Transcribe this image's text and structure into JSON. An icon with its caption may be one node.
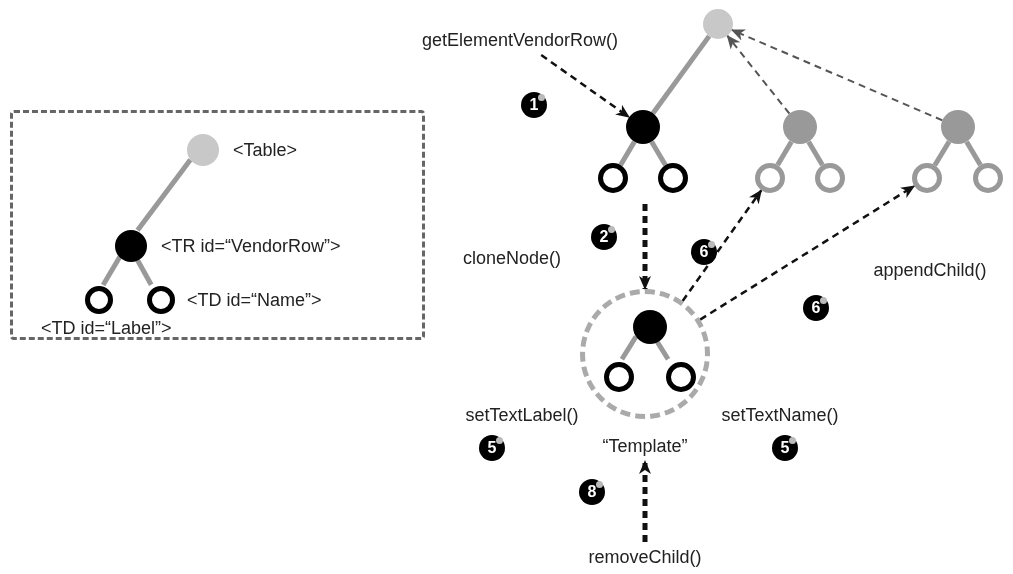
{
  "diagram": {
    "nodes": [
      {
        "text": [],
        "shape": "box"
      },
      {
        "text": [],
        "shape": "circle",
        "in": 0,
        "beside": [
          "<Table>"
        ]
      },
      {
        "text": [],
        "shape": "circle",
        "in": 0,
        "beside": [
          "<TR id=“VendorRow”>"
        ]
      },
      {
        "text": [],
        "shape": "circle",
        "in": 0,
        "beside": [
          "<TD id=“Label”>"
        ]
      },
      {
        "text": [],
        "shape": "circle",
        "in": 0,
        "beside": [
          "<TD id=“Name”>"
        ]
      },
      {
        "text": [],
        "shape": "circle"
      },
      {
        "text": [
          "getElementVendorRow()"
        ]
      },
      {
        "text": [],
        "shape": "circle"
      },
      {
        "text": [],
        "shape": "circle"
      },
      {
        "text": [],
        "shape": "circle"
      },
      {
        "text": [],
        "shape": "circle"
      },
      {
        "text": [],
        "shape": "circle"
      },
      {
        "text": [],
        "shape": "circle"
      },
      {
        "text": [],
        "shape": "circle"
      },
      {
        "text": [],
        "shape": "circle"
      },
      {
        "text": [],
        "shape": "circle"
      },
      {
        "text": [],
        "shape": "circle"
      },
      {
        "text": [],
        "shape": "circle",
        "in": 16
      },
      {
        "text": [],
        "shape": "circle",
        "in": 16
      },
      {
        "text": [],
        "shape": "circle",
        "in": 16
      },
      {
        "text": [
          "“Template”"
        ]
      },
      {
        "text": [
          "removeChild()"
        ]
      }
    ],
    "edges": [
      {
        "from": 1,
        "to": 2,
        "arrow": "none"
      },
      {
        "from": 2,
        "to": 3,
        "arrow": "none"
      },
      {
        "from": 2,
        "to": 4,
        "arrow": "none"
      },
      {
        "from": 5,
        "to": 7,
        "arrow": "none"
      },
      {
        "from": 7,
        "to": 8,
        "arrow": "none"
      },
      {
        "from": 7,
        "to": 9,
        "arrow": "none"
      },
      {
        "from": 10,
        "to": 11,
        "arrow": "none"
      },
      {
        "from": 10,
        "to": 12,
        "arrow": "none"
      },
      {
        "from": 13,
        "to": 14,
        "arrow": "none"
      },
      {
        "from": 13,
        "to": 15,
        "arrow": "none"
      },
      {
        "from": 17,
        "to": 18,
        "arrow": "none"
      },
      {
        "from": 17,
        "to": 19,
        "arrow": "none"
      },
      {
        "from": 10,
        "to": 5,
        "arrow": "to",
        "style": "dashed",
        "color": "#555555"
      },
      {
        "from": 13,
        "to": 5,
        "arrow": "to",
        "style": "dashed",
        "color": "#555555"
      },
      {
        "from": 6,
        "to": 7,
        "arrow": "to",
        "style": "dashed",
        "color": "#111111"
      },
      {
        "from": null,
        "to": 16,
        "arrow": "to",
        "style": "dashed",
        "color": "#111111"
      },
      {
        "from": 16,
        "to": 11,
        "arrow": "to",
        "style": "dashed",
        "color": "#111111"
      },
      {
        "from": 16,
        "to": 14,
        "arrow": "to",
        "style": "dashed",
        "color": "#111111"
      },
      {
        "from": 21,
        "to": 20,
        "arrow": "to",
        "style": "dashed",
        "color": "#111111"
      }
    ],
    "labels": [
      "1",
      "2",
      "cloneNode()",
      "6",
      "appendChild()",
      "6",
      "setTextLabel()",
      "setTextName()",
      "5",
      "5",
      "8"
    ]
  }
}
